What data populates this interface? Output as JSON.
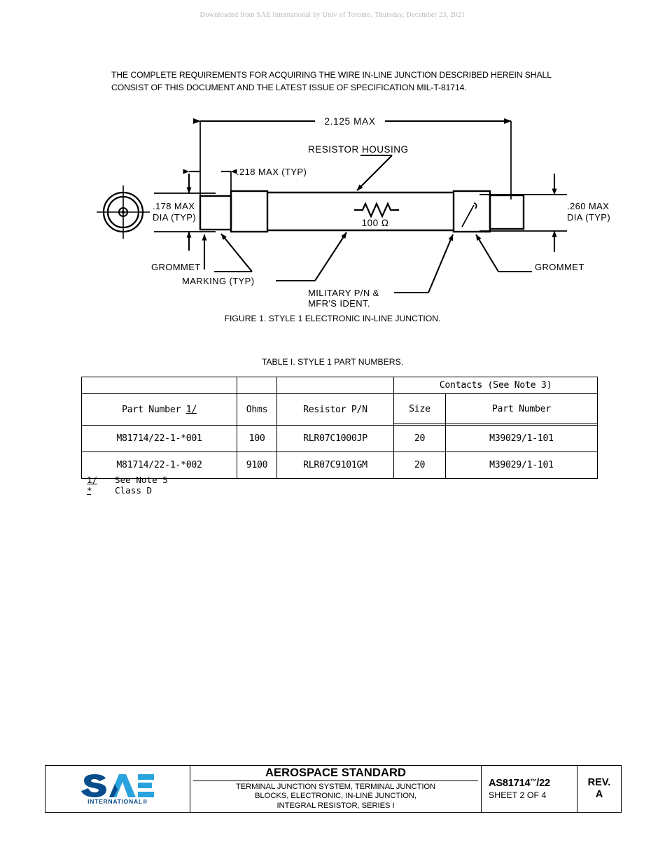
{
  "download_notice": "Downloaded from SAE International by Univ of Toronto, Thursday, December 23, 2021",
  "intro": {
    "line1": "THE COMPLETE REQUIREMENTS FOR ACQUIRING THE WIRE IN-LINE JUNCTION DESCRIBED HEREIN SHALL",
    "line2": "CONSIST OF THIS DOCUMENT AND THE LATEST ISSUE OF SPECIFICATION MIL-T-81714."
  },
  "figure": {
    "caption": "FIGURE 1.  STYLE 1 ELECTRONIC IN-LINE JUNCTION.",
    "dim_overall": "2.125 MAX",
    "dim_step": ".218 MAX (TYP)",
    "dim_left_dia_line1": ".178  MAX",
    "dim_left_dia_line2": "DIA (TYP)",
    "dim_right_dia_line1": ".260 MAX",
    "dim_right_dia_line2": "DIA (TYP)",
    "label_resistor_housing": "RESISTOR  HOUSING",
    "label_resistance": "100 Ω",
    "label_grommet_left": "GROMMET",
    "label_grommet_right": "GROMMET",
    "label_marking": "MARKING (TYP)",
    "label_military_pn_line1": "MILITARY P/N &",
    "label_military_pn_line2": "MFR'S IDENT."
  },
  "table": {
    "caption": "TABLE I.  STYLE 1 PART NUMBERS.",
    "group_header": "Contacts (See Note 3)",
    "headers": {
      "part_number": "Part Number",
      "part_number_note": "1/",
      "ohms": "Ohms",
      "resistor_pn": "Resistor P/N",
      "size": "Size",
      "contact_part_number": "Part Number"
    },
    "rows": [
      {
        "part_number": "M81714/22-1-*001",
        "ohms": "100",
        "resistor_pn": "RLR07C1000JP",
        "size": "20",
        "contact_part_number": "M39029/1-101"
      },
      {
        "part_number": "M81714/22-1-*002",
        "ohms": "9100",
        "resistor_pn": "RLR07C9101GM",
        "size": "20",
        "contact_part_number": "M39029/1-101"
      }
    ]
  },
  "footnotes": [
    {
      "mark": "1/",
      "text": "See Note 5"
    },
    {
      "mark": "*",
      "text": "Class D"
    }
  ],
  "footer": {
    "logo_text": "SAE",
    "logo_subtext": "INTERNATIONAL®",
    "standard_type": "AEROSPACE STANDARD",
    "title_lines": [
      "TERMINAL JUNCTION SYSTEM, TERMINAL JUNCTION",
      "BLOCKS, ELECTRONIC, IN-LINE JUNCTION,",
      "INTEGRAL RESISTOR, SERIES I"
    ],
    "document_number": "AS81714",
    "document_tm": "™",
    "document_suffix": "/22",
    "sheet": "SHEET 2 OF 4",
    "rev_label": "REV.",
    "rev_value": "A"
  },
  "colors": {
    "logo_dark": "#0a4d8c",
    "logo_light": "#29a3dd",
    "header_gray": "#b9b9b9"
  }
}
